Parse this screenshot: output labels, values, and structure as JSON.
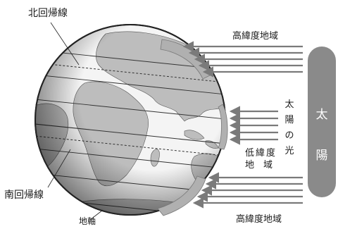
{
  "labels": {
    "tropic_of_cancer": "北回帰線",
    "tropic_of_capricorn": "南回帰線",
    "earth_axis": "地軸",
    "high_latitude_top": "高緯度地域",
    "high_latitude_bottom": "高緯度地域",
    "low_latitude_line1": "低緯度",
    "low_latitude_line2": "地　域",
    "sunlight_chars": [
      "太",
      "陽",
      "の",
      "光"
    ],
    "sun_chars": [
      "太",
      "陽"
    ]
  },
  "colors": {
    "sun_fill": "#8a8a8a",
    "ocean_fill": "#f4f4f4",
    "land_fill": "#bdbdbd",
    "arrow_color": "#7a7a7a",
    "band_fill": "#b0b0b0"
  }
}
